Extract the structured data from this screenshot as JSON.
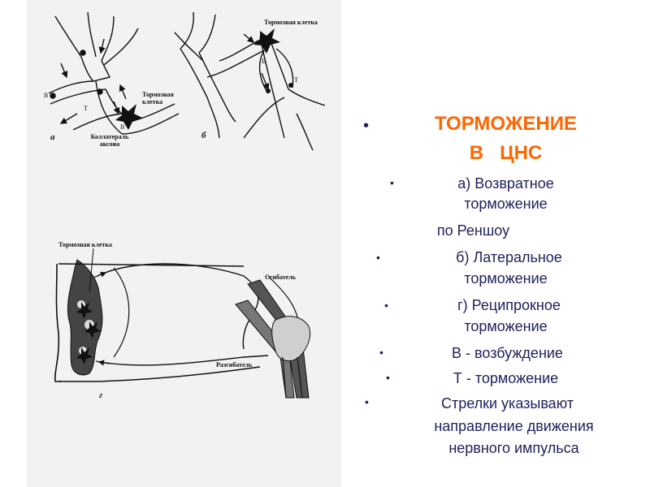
{
  "figures": {
    "a": {
      "label": "а",
      "inhib_cell": "Тормозная клетка",
      "collateral": "Коллатераль аксона",
      "v1": "В",
      "t": "Т",
      "v2": "В"
    },
    "b": {
      "label": "б",
      "inhib_cell": "Тормозная клетка",
      "v": "В",
      "t": "Т"
    },
    "g": {
      "label": "г",
      "inhib_cell": "Тормозная клетка",
      "flexor": "Сгибатель",
      "extensor": "Разгибатель"
    }
  },
  "slide": {
    "title_line1": "ТОРМОЖЕНИЕ",
    "title_line2": "В   ЦНС",
    "items": [
      {
        "bullet": "•",
        "line1": "а) Возвратное",
        "line2": "торможение"
      },
      {
        "bullet": "",
        "line1": "по Реншоу"
      },
      {
        "bullet": "•",
        "line1": "б) Латеральное",
        "line2": "торможение"
      },
      {
        "bullet": "•",
        "line1": "г) Реципрокное",
        "line2": "торможение"
      },
      {
        "bullet": "•",
        "line1": "В - возбуждение"
      },
      {
        "bullet": "•",
        "line1": "Т - торможение"
      },
      {
        "bullet": "•",
        "line1": "Стрелки указывают",
        "line2": "направление движения",
        "line3": "нервного импульса"
      }
    ],
    "colors": {
      "title": "#ff6600",
      "body": "#1f1f5c",
      "panel": "#f2f2f2"
    }
  }
}
